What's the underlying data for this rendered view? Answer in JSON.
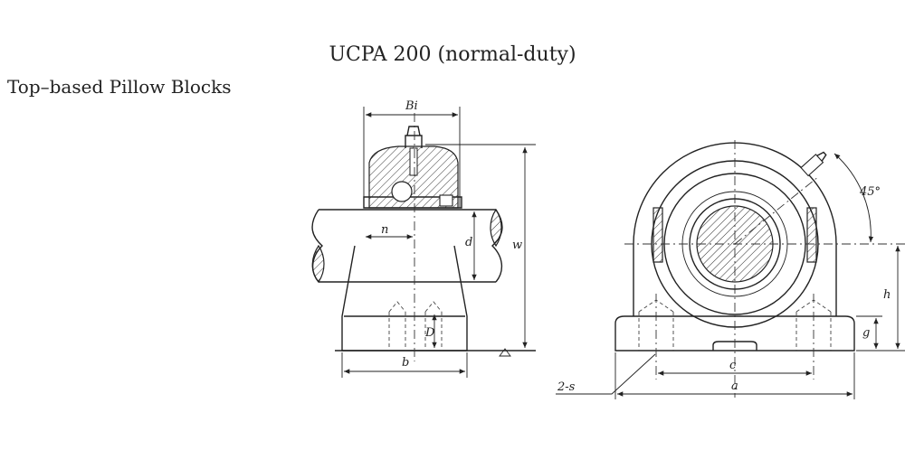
{
  "title": "UCPA 200 (normal-duty)",
  "subtitle": "Top–based Pillow Blocks",
  "labels": {
    "Bi": "Bi",
    "n": "n",
    "d": "d",
    "w": "w",
    "D": "D",
    "b": "b",
    "angle": "45°",
    "h": "h",
    "g": "g",
    "c": "c",
    "a": "a",
    "s": "2-s"
  }
}
